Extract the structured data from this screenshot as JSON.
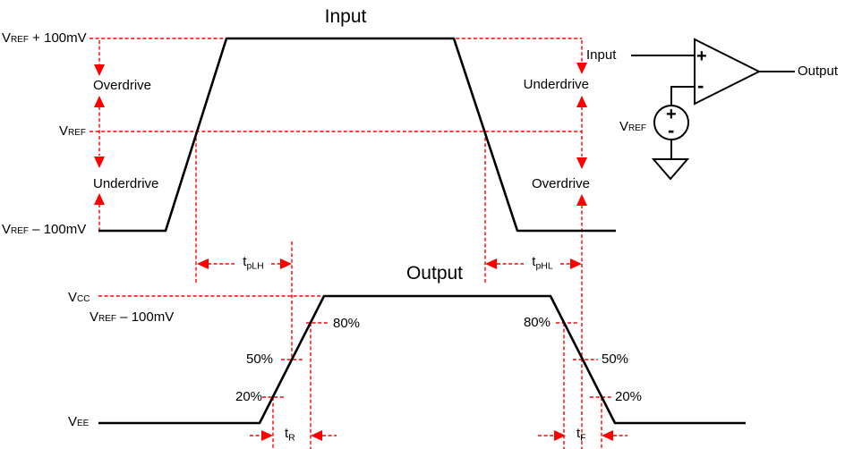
{
  "colors": {
    "red": "#ff0000",
    "black": "#000000"
  },
  "input_waveform": {
    "title": "Input",
    "level_top": {
      "base": "V",
      "sub": "REF",
      "rest": " + 100mV"
    },
    "level_mid": {
      "base": "V",
      "sub": "REF"
    },
    "level_bottom": {
      "base": "V",
      "sub": "REF",
      "rest": " – 100mV"
    },
    "left_upper_region": "Overdrive",
    "left_lower_region": "Underdrive",
    "right_upper_region": "Underdrive",
    "right_lower_region": "Overdrive"
  },
  "output_waveform": {
    "title": "Output",
    "level_vcc": {
      "base": "V",
      "sub": "CC"
    },
    "level_vref_minus": {
      "base": "V",
      "sub": "REF",
      "rest": " – 100mV"
    },
    "level_vee": {
      "base": "V",
      "sub": "EE"
    },
    "pct_80": "80%",
    "pct_50": "50%",
    "pct_20": "20%"
  },
  "timing": {
    "tplh": {
      "base": "t",
      "sub": "pLH"
    },
    "tphl": {
      "base": "t",
      "sub": "pHL"
    },
    "rise": {
      "base": "t",
      "sub": "R"
    },
    "fall": {
      "base": "t",
      "sub": "F"
    }
  },
  "circuit": {
    "input_label": "Input",
    "output_label": "Output",
    "vref_label": {
      "base": "V",
      "sub": "REF"
    },
    "comparator_plus": "+",
    "comparator_minus": "-",
    "source_plus": "+",
    "source_minus": "-"
  }
}
